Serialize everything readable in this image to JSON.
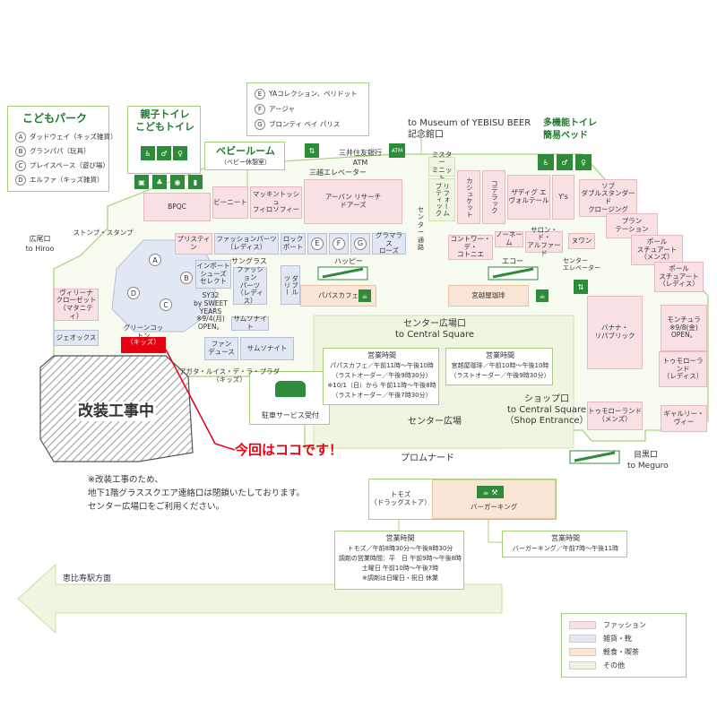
{
  "legend_groups": {
    "kids": {
      "title": "こどもパーク",
      "items": [
        {
          "letter": "A",
          "text": "ダッドウェイ（キッズ雑貨）"
        },
        {
          "letter": "B",
          "text": "グランパパ（玩具）"
        },
        {
          "letter": "C",
          "text": "プレイスペース（遊び場）"
        },
        {
          "letter": "D",
          "text": "エルファ（キッズ雑貨）"
        }
      ]
    },
    "efg": {
      "items": [
        {
          "letter": "E",
          "text": "YAコレクション、ペリドット"
        },
        {
          "letter": "F",
          "text": "アージャ"
        },
        {
          "letter": "G",
          "text": "ブロンティ ベイ パリス"
        }
      ]
    },
    "toilet": {
      "line1": "親子トイレ",
      "line2": "こどもトイレ"
    },
    "baby": {
      "title": "ベビールーム",
      "sub": "（ベビー休憩室）"
    },
    "multi": {
      "line1": "多機能トイレ",
      "line2": "簡易ベッド"
    }
  },
  "labels": {
    "museum": "to Museum of YEBISU BEER",
    "museum_jp": "記念館口",
    "hiroo_jp": "広尾口",
    "hiroo_en": "to Hiroo",
    "smbc_line1": "三井住友銀行",
    "smbc_line2": "ATM",
    "mitsukoshi_elev": "三越エレベーター",
    "center_elev": "センター\nエレベーター",
    "center_passage": "センター\n通路",
    "center_plaza_jp": "センター広場口",
    "center_plaza_en": "to Central Square",
    "center_plaza": "センター広場",
    "shop_jp": "ショップ口",
    "shop_en1": "to Central Square",
    "shop_en2": "（Shop Entrance）",
    "meguro_jp": "目黒口",
    "meguro_en": "to Meguro",
    "promenade": "プロムナード",
    "ebisu": "恵比寿駅方面",
    "construction": "改装工事中",
    "here": "今回はココです！",
    "parking": "駐車サービス受付",
    "happy": "ハッピー",
    "echo": "エコー",
    "sunglass": "サングラス"
  },
  "shops": {
    "bpqc": "BPQC",
    "beanit": "ビーニート",
    "mackintosh": "マッキントッシュ\nフィロソフィー",
    "urban": "アーバン リサーチ\nドアーズ",
    "ministar": "ミスター\nミニット",
    "refore": "リフォーム\nブティック",
    "casket": "カシュケット",
    "collatic": "コテラック",
    "zadig": "ザディグ エ\nヴォルテール",
    "ys": "Y's",
    "sov": "ソブ\nダブルスタンダード\nクロージング",
    "plantation": "プラン\nテーション",
    "paul_mens": "ポール\nスチュアート\n（メンズ）",
    "paul_ladies": "ポール\nスチュアート\n（レディス）",
    "strawberry": "ストンプ・スタンプ",
    "pristine": "プリスティン",
    "fashion_parts": "ファッションパーツ\n（レディス）",
    "rock": "ロック\nポート",
    "glamorous": "グラマラス\nローズ",
    "contwa": "コントワー・デ・\nコトニエ",
    "nonem": "ノーネーム",
    "salon": "サロン・ド・\nアルファード",
    "nuwan": "ヌワン",
    "import": "インポート\nシューズ\nセレクト",
    "fashion_parts2": "ファッション\nパーツ\n（レディス）",
    "sy32": "SY32\nby SWEET\nYEARS\n※9/4(月)\nOPEN。",
    "double": "ダブル\nツリー",
    "papas": "パパスカフェ",
    "miyakoshi": "宮越屋珈琲",
    "samsonite_small": "サムソナイト",
    "samsonite": "サムソナイト",
    "virina": "ヴィリーナ\nクローゼット\n（マタニティ）",
    "geox": "ジェオックス",
    "green": "グリーンコットン",
    "greenk": "（キッズ）",
    "fundeuce": "ファン\nデュース",
    "agatha": "アガタ・ルイス・デ・ラ・プラダ（キッズ）",
    "banana": "バナナ・\nリパブリック",
    "tomorrow_mens": "トゥモローランド\n（メンズ）",
    "monchara": "モンチュラ\n※9/8(金) OPEN。",
    "tomorrow_ladies": "トゥモローランド\n（レディス）",
    "gallery": "ギャルリー・\nヴィー",
    "tomoz": "トモズ\n（ドラッグストア）",
    "burger": "バーガーキング"
  },
  "hours": {
    "papas_title": "営業時間",
    "papas_lines": [
      "パパスカフェ／午前11時〜午後10時",
      "（ラストオーダー／午後9時30分）",
      "※10/1（日）から 午前11時〜午後8時",
      "（ラストオーダー／午後7時30分）"
    ],
    "miyakoshi_title": "営業時間",
    "miyakoshi_lines": [
      "宮越屋珈琲／午前10時〜午後10時",
      "（ラストオーダー／午後9時30分）"
    ],
    "tomoz_title": "営業時間",
    "tomoz_lines": [
      "トモズ／午前8時30分〜午後8時30分",
      "調剤の営業時間：平　日 午前9時〜午後8時",
      "土曜日 午前10時〜午後7時",
      "※調剤は日曜日・祝日 休業"
    ],
    "burger_title": "営業時間",
    "burger_lines": [
      "バーガーキング／午前7時〜午後11時"
    ]
  },
  "note": [
    "※改装工事のため、",
    "地下1階グラススクエア連絡口は閉鎖いたしております。",
    "センター広場口をご利用ください。"
  ],
  "legend": [
    {
      "label": "ファッション",
      "color": "#f8e0e3"
    },
    {
      "label": "雑貨・靴",
      "color": "#e1e8f3"
    },
    {
      "label": "軽食・喫茶",
      "color": "#fbe6d5"
    },
    {
      "label": "その他",
      "color": "#eef6e2"
    }
  ],
  "colors": {
    "accent_green": "#1e7a2d",
    "here_red": "#e60012"
  }
}
